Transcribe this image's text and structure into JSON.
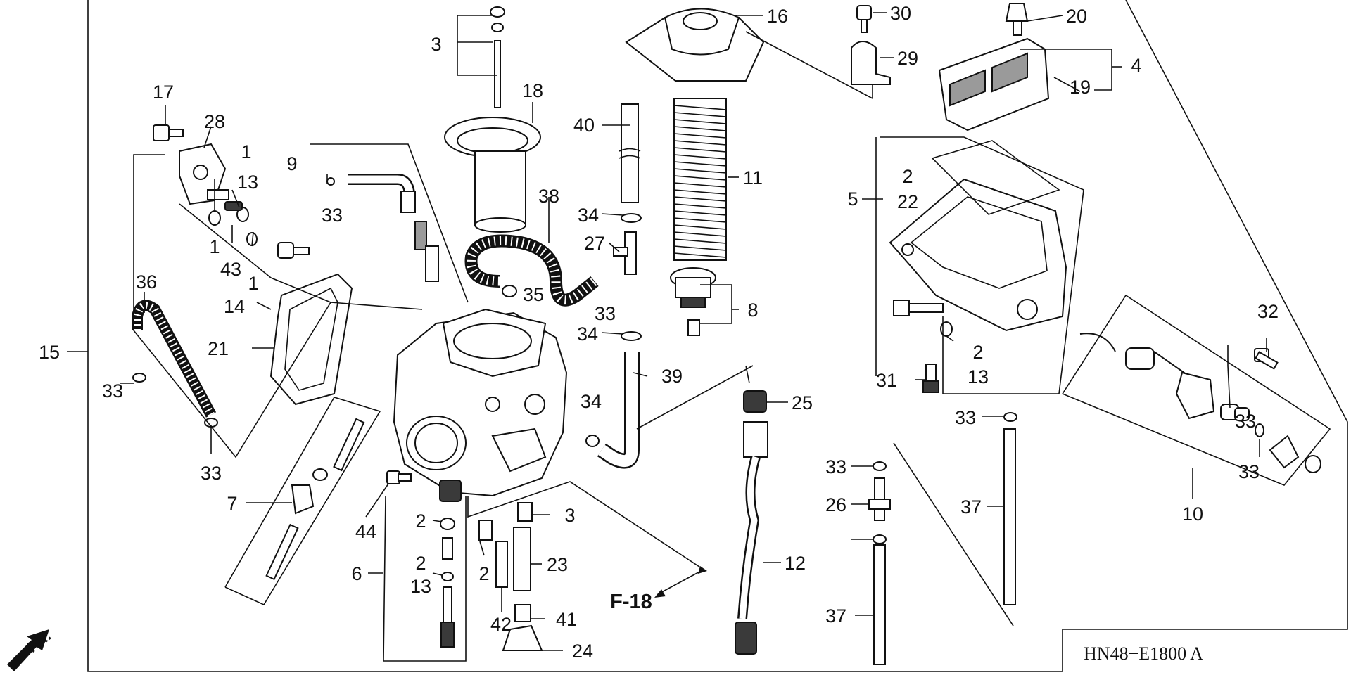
{
  "diagram": {
    "ref_code": "F-18",
    "drawing_id": "HN48−E1800 A",
    "direction_label": "FR."
  },
  "callouts": [
    "17",
    "28",
    "1",
    "13",
    "1",
    "43",
    "1",
    "36",
    "33",
    "33",
    "15",
    "14",
    "21",
    "9",
    "33",
    "3",
    "18",
    "40",
    "38",
    "34",
    "27",
    "35",
    "33",
    "34",
    "39",
    "34",
    "16",
    "11",
    "8",
    "25",
    "12",
    "30",
    "29",
    "20",
    "19",
    "4",
    "2",
    "22",
    "5",
    "2",
    "13",
    "31",
    "32",
    "10",
    "33",
    "33",
    "26",
    "33",
    "37",
    "37",
    "7",
    "44",
    "6",
    "2",
    "2",
    "13",
    "2",
    "3",
    "23",
    "42",
    "41",
    "24",
    "33"
  ],
  "colors": {
    "ink": "#111111",
    "paper": "#ffffff",
    "shade": "#3a3a3a"
  }
}
